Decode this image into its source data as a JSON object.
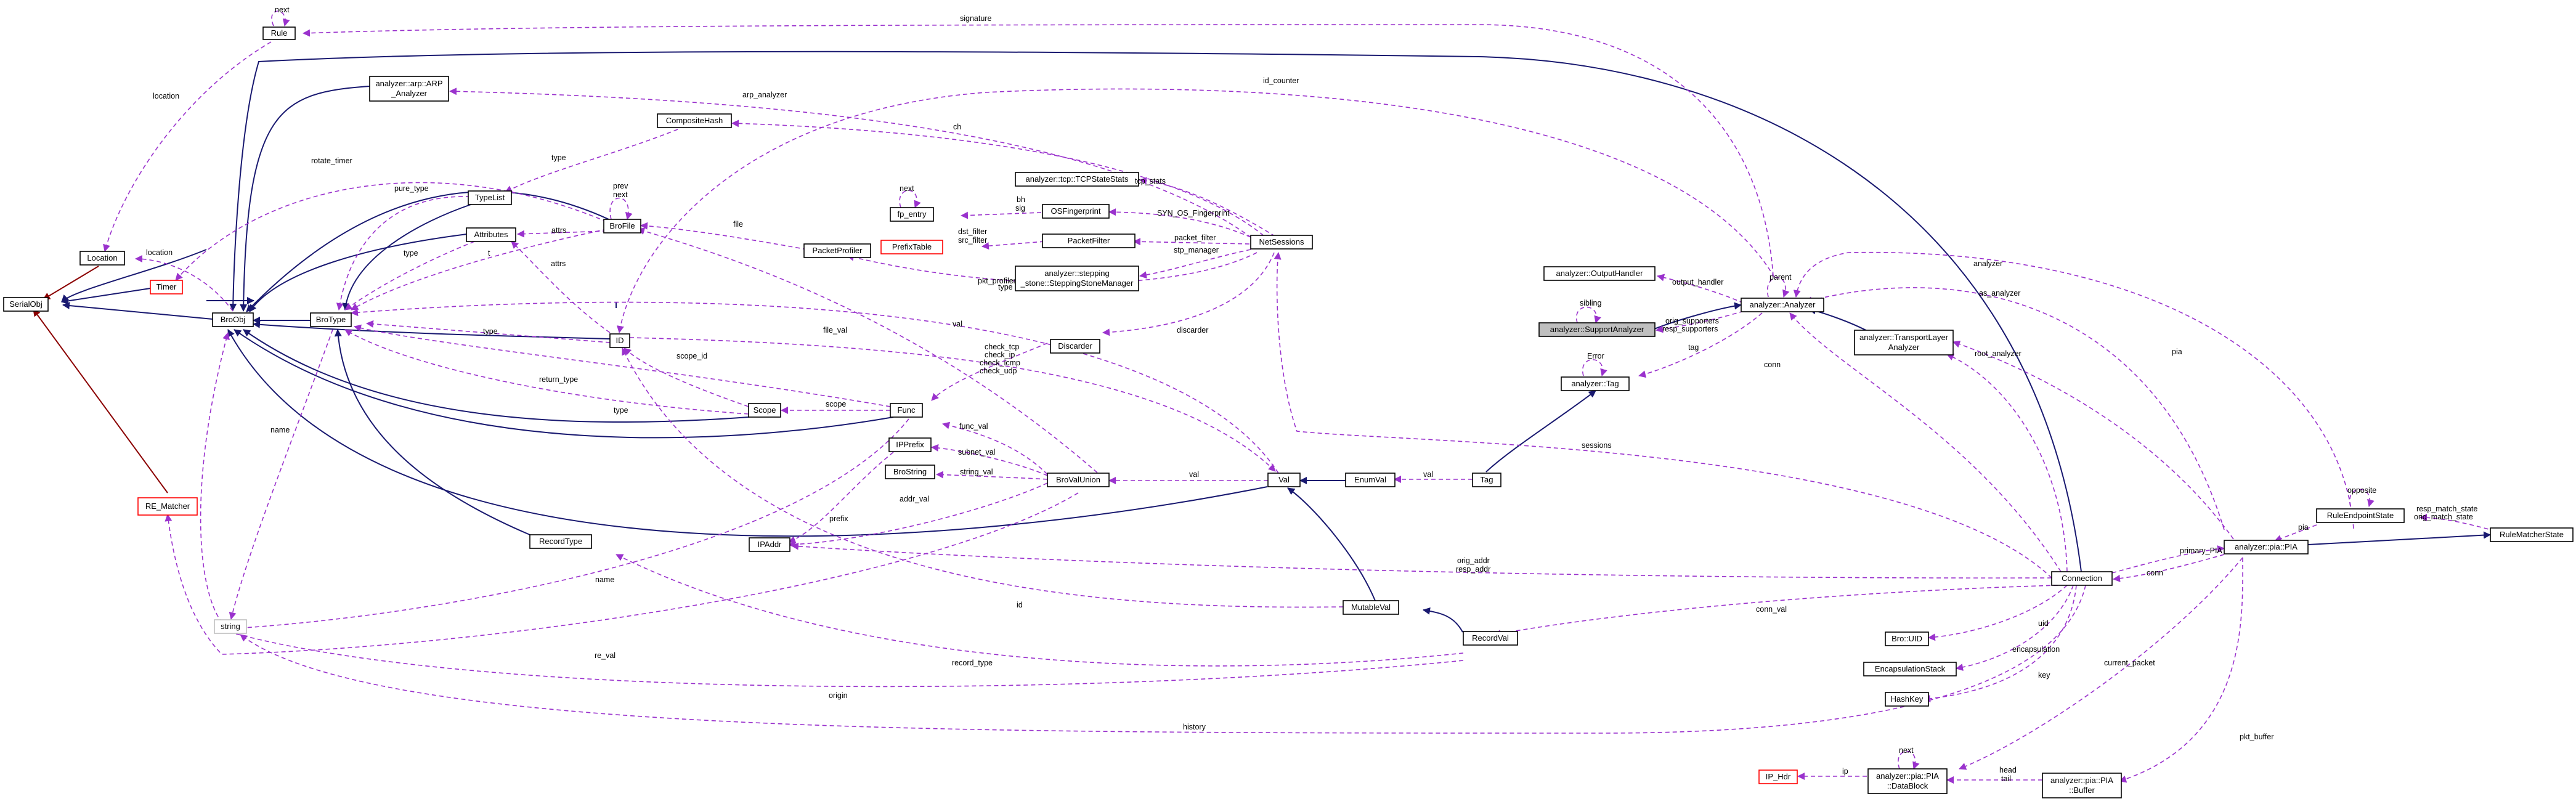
{
  "colors": {
    "inheritance": "#191970",
    "inheritance_red": "#8b0000",
    "usage": "#9a32cd",
    "highlight_node": "#bfbfbf"
  },
  "nodes": {
    "Rule": "Rule",
    "analyzer::arp::ARP_Analyzer": "analyzer::arp::ARP\n_Analyzer",
    "CompositeHash": "CompositeHash",
    "analyzer::tcp::TCPStateStats": "analyzer::tcp::TCPStateStats",
    "fp_entry": "fp_entry",
    "OSFingerprint": "OSFingerprint",
    "PrefixTable": "PrefixTable",
    "PacketFilter": "PacketFilter",
    "NetSessions": "NetSessions",
    "analyzer::stepping_stone::SteppingStoneManager": "analyzer::stepping\n_stone::SteppingStoneManager",
    "PacketProfiler": "PacketProfiler",
    "TypeList": "TypeList",
    "BroFile": "BroFile",
    "Attributes": "Attributes",
    "Location": "Location",
    "Timer": "Timer",
    "SerialObj": "SerialObj",
    "BroObj": "BroObj",
    "BroType": "BroType",
    "ID": "ID",
    "Discarder": "Discarder",
    "analyzer::OutputHandler": "analyzer::OutputHandler",
    "analyzer::Analyzer": "analyzer::Analyzer",
    "analyzer::SupportAnalyzer": "analyzer::SupportAnalyzer",
    "analyzer::Tag": "analyzer::Tag",
    "analyzer::TransportLayerAnalyzer": "analyzer::TransportLayer\nAnalyzer",
    "Scope": "Scope",
    "Func": "Func",
    "IPPrefix": "IPPrefix",
    "BroString": "BroString",
    "BroValUnion": "BroValUnion",
    "IPAddr": "IPAddr",
    "Val": "Val",
    "EnumVal": "EnumVal",
    "Tag": "Tag",
    "RE_Matcher": "RE_Matcher",
    "string": "string",
    "RecordType": "RecordType",
    "MutableVal": "MutableVal",
    "RecordVal": "RecordVal",
    "Connection": "Connection",
    "Bro::UID": "Bro::UID",
    "EncapsulationStack": "EncapsulationStack",
    "HashKey": "HashKey",
    "RuleEndpointState": "RuleEndpointState",
    "analyzer::pia::PIA": "analyzer::pia::PIA",
    "RuleMatcherState": "RuleMatcherState",
    "IP_Hdr": "IP_Hdr",
    "analyzer::pia::PIA::DataBlock": "analyzer::pia::PIA\n::DataBlock",
    "analyzer::pia::PIA::Buffer": "analyzer::pia::PIA\n::Buffer"
  },
  "edge_labels": {
    "rule_next": "next",
    "signature": "signature",
    "location1": "location",
    "location2": "location",
    "arp_analyzer": "arp_analyzer",
    "id_counter": "id_counter",
    "ch": "ch",
    "type1": "type",
    "prev_next": "prev\nnext",
    "rotate_timer": "rotate_timer",
    "pure_type": "pure_type",
    "fp_next": "next",
    "bh_sig": "bh\nsig",
    "tcp_stats": "tcp_stats",
    "file": "file",
    "syn_os_fingerprint": "SYN_OS_Fingerprint",
    "dst_src_filter": "dst_filter\nsrc_filter",
    "packet_filter": "packet_filter",
    "stp_manager": "stp_manager",
    "attrs1": "attrs",
    "type_attr": "type",
    "t": "t",
    "attrs2": "attrs",
    "pkt_profiler": "pkt_profiler",
    "output_handler": "output_handler",
    "parent": "parent",
    "analyzer": "analyzer",
    "sibling": "sibling",
    "orig_resp_supporters": "orig_supporters\nresp_supporters",
    "tag": "tag",
    "as_analyzer": "as_analyzer",
    "error": "Error",
    "type_val": "type",
    "type_id": "type",
    "file_val": "file_val",
    "val": "val",
    "discarder": "discarder",
    "check_funcs": "check_tcp\ncheck_ip\ncheck_icmp\ncheck_udp",
    "scope_id": "scope_id",
    "return_type": "return_type",
    "scope": "scope",
    "type_scope": "type",
    "conn": "conn",
    "root_analyzer": "root_analyzer",
    "pia": "pia",
    "func_val": "func_val",
    "subnet_val": "subnet_val",
    "string_val": "string_val",
    "addr_val": "addr_val",
    "prefix": "prefix",
    "val2": "val",
    "val3": "val",
    "sessions": "sessions",
    "name1": "name",
    "opposite": "opposite",
    "resp_orig_match_state": "resp_match_state\norig_match_state",
    "pia2": "pia",
    "name2": "name",
    "orig_resp_addr": "orig_addr\nresp_addr",
    "primary_pia": "primary_PIA",
    "conn2": "conn",
    "id": "id",
    "conn_val": "conn_val",
    "re_val": "re_val",
    "record_type": "record_type",
    "uid": "uid",
    "encapsulation": "encapsulation",
    "origin": "origin",
    "key": "key",
    "current_packet": "current_packet",
    "history": "history",
    "pkt_buffer": "pkt_buffer",
    "db_next": "next",
    "ip": "ip",
    "head_tail": "head\ntail"
  }
}
